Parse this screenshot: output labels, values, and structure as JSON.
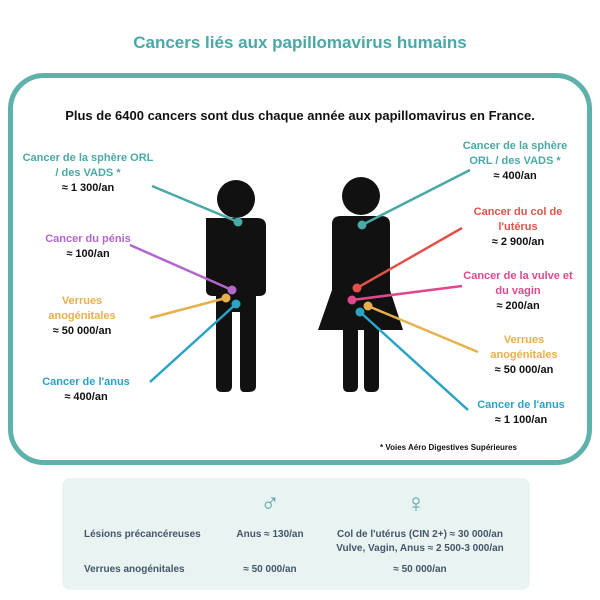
{
  "title": "Cancers liés aux papillomavirus humains",
  "subtitle": "Plus de 6400 cancers sont dus chaque année aux papillomavirus en France.",
  "colors": {
    "teal": "#4aa8a6",
    "purple": "#b366cc",
    "orange": "#e8b04a",
    "blue": "#2aa3c4",
    "red": "#e0524c",
    "pink": "#e0488e",
    "frame": "#5fb2ab",
    "figure": "#111111"
  },
  "male": {
    "labels": [
      {
        "name": "Cancer de la sphère ORL / des VADS *",
        "value": "≈ 1 300/an",
        "color": "teal"
      },
      {
        "name": "Cancer du pénis",
        "value": "≈ 100/an",
        "color": "purple"
      },
      {
        "name": "Verrues anogénitales",
        "value": "≈ 50 000/an",
        "color": "orange"
      },
      {
        "name": "Cancer de l'anus",
        "value": "≈ 400/an",
        "color": "blue"
      }
    ]
  },
  "female": {
    "labels": [
      {
        "name": "Cancer de la sphère ORL / des VADS *",
        "value": "≈ 400/an",
        "color": "teal"
      },
      {
        "name": "Cancer du col de l'utérus",
        "value": "≈ 2 900/an",
        "color": "red"
      },
      {
        "name": "Cancer de la vulve et du vagin",
        "value": "≈ 200/an",
        "color": "pink"
      },
      {
        "name": "Verrues anogénitales",
        "value": "≈ 50 000/an",
        "color": "orange"
      },
      {
        "name": "Cancer de l'anus",
        "value": "≈ 1 100/an",
        "color": "blue"
      }
    ]
  },
  "footnote": "* Voies Aéro Digestives Supérieures",
  "table": {
    "male_symbol": "♂",
    "female_symbol": "♀",
    "rows": [
      {
        "label": "Lésions précancéreuses",
        "male": "Anus ≈ 130/an",
        "female_line1": "Col de l'utérus (CIN 2+) ≈ 30 000/an",
        "female_line2": "Vulve, Vagin, Anus ≈ 2 500-3 000/an"
      },
      {
        "label": "Verrues anogénitales",
        "male": "≈ 50 000/an",
        "female_line1": "≈ 50 000/an",
        "female_line2": ""
      }
    ]
  }
}
